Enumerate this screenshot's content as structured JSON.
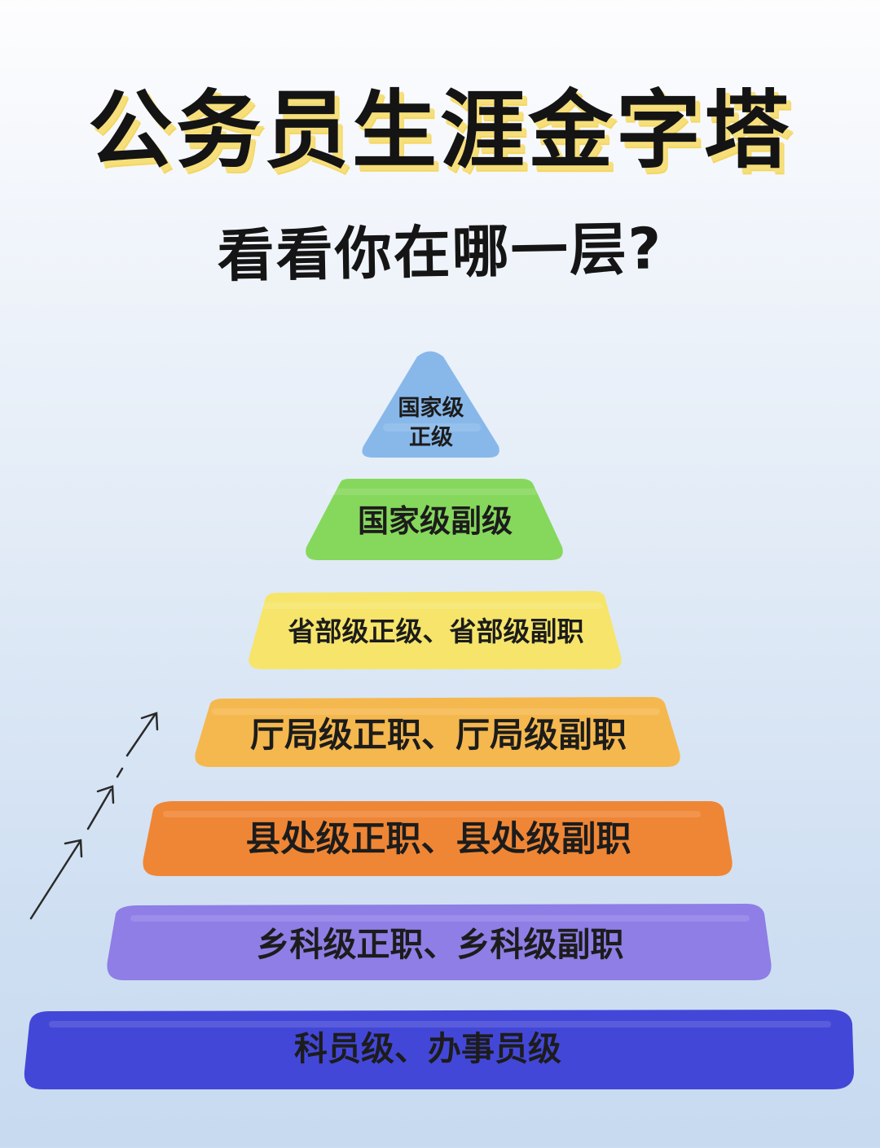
{
  "header": {
    "title": "公务员生涯金字塔",
    "subtitle": "看看你在哪一层?"
  },
  "pyramid": {
    "tiers": [
      {
        "id": "tier-1",
        "label_line1": "国家级",
        "label_line2": "正级",
        "color": "#88b8ea"
      },
      {
        "id": "tier-2",
        "label": "国家级副级",
        "color": "#86d85c"
      },
      {
        "id": "tier-3",
        "label": "省部级正级、省部级副职",
        "color": "#f6e56a"
      },
      {
        "id": "tier-4",
        "label": "厅局级正职、厅局级副职",
        "color": "#f5b84e"
      },
      {
        "id": "tier-5",
        "label": "县处级正职、县处级副职",
        "color": "#ef8635"
      },
      {
        "id": "tier-6",
        "label": "乡科级正职、乡科级副职",
        "color": "#8e7ee6"
      },
      {
        "id": "tier-7",
        "label": "科员级、办事员级",
        "color": "#4347d8"
      }
    ]
  }
}
